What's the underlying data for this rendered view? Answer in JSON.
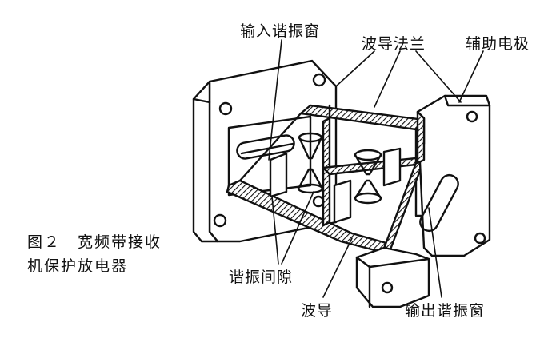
{
  "figure": {
    "caption_line1": "图２　宽频带接收",
    "caption_line2": "机保护放电器"
  },
  "labels": {
    "input_window": "输入谐振窗",
    "waveguide_flange": "波导法兰",
    "aux_electrode": "辅助电极",
    "resonant_gap": "谐振间隙",
    "waveguide": "波导",
    "output_window": "输出谐振窗"
  }
}
